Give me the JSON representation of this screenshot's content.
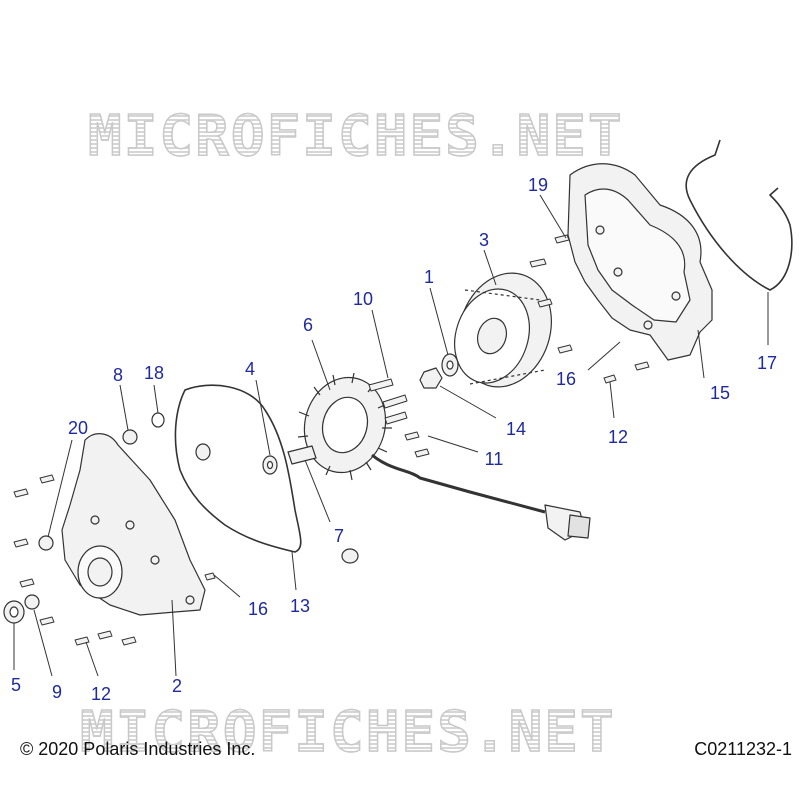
{
  "watermark": {
    "text": "MICROFICHES.NET"
  },
  "footer": {
    "copyright": "© 2020 Polaris Industries Inc.",
    "figure_id": "C0211232-1"
  },
  "callouts": {
    "c1": "1",
    "c2": "2",
    "c3": "3",
    "c4": "4",
    "c5": "5",
    "c6": "6",
    "c7": "7",
    "c8": "8",
    "c9": "9",
    "c10": "10",
    "c11": "11",
    "c12a": "12",
    "c12b": "12",
    "c13": "13",
    "c14": "14",
    "c15": "15",
    "c16a": "16",
    "c16b": "16",
    "c17": "17",
    "c18": "18",
    "c19": "19",
    "c20": "20"
  },
  "colors": {
    "callout": "#1f2a9e",
    "part_outline": "#333333",
    "part_fill": "#f2f2f2",
    "watermark": "#cccccc"
  }
}
